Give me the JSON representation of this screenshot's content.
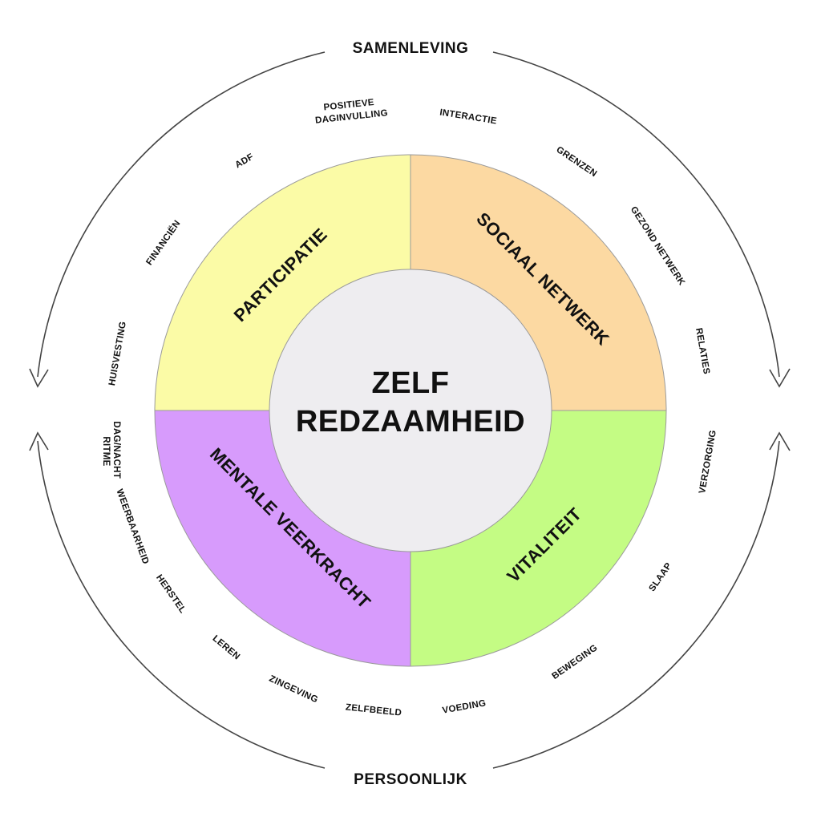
{
  "top_label": "SAMENLEVING",
  "bottom_label": "PERSOONLIJK",
  "center": {
    "line1": "ZELF",
    "line2": "REDZAAMHEID",
    "color": "#eeedf0"
  },
  "sectors": {
    "participatie": {
      "label": "PARTICIPATIE",
      "color": "#fbfba6"
    },
    "sociaal_netwerk": {
      "label": "SOCIAAL NETWERK",
      "color": "#fcd9a2"
    },
    "vitaliteit": {
      "label": "VITALITEIT",
      "color": "#c4fc84"
    },
    "mentale_veerkracht": {
      "label": "MENTALE VEERKRACHT",
      "color": "#d79bfc"
    }
  },
  "items": {
    "positieve_daginvulling": [
      "POSITIEVE",
      "DAGINVULLING"
    ],
    "interactie": "INTERACTIE",
    "adf": "ADF",
    "grenzen": "GRENZEN",
    "financien": "FINANCIËN",
    "gezond_netwerk": "GEZOND NETWERK",
    "huisvesting": "HUISVESTING",
    "relaties": "RELATIES",
    "dag_nacht_ritme": [
      "DAG/NACHT",
      "RITME"
    ],
    "verzorging": "VERZORGING",
    "weerbaarheid": "WEERBAARHEID",
    "slaap": "SLAAP",
    "herstel": "HERSTEL",
    "beweging": "BEWEGING",
    "leren": "LEREN",
    "zingeving": "ZINGEVING",
    "zelfbeeld": "ZELFBEELD",
    "voeding": "VOEDING"
  },
  "arrow_color": "#444444"
}
